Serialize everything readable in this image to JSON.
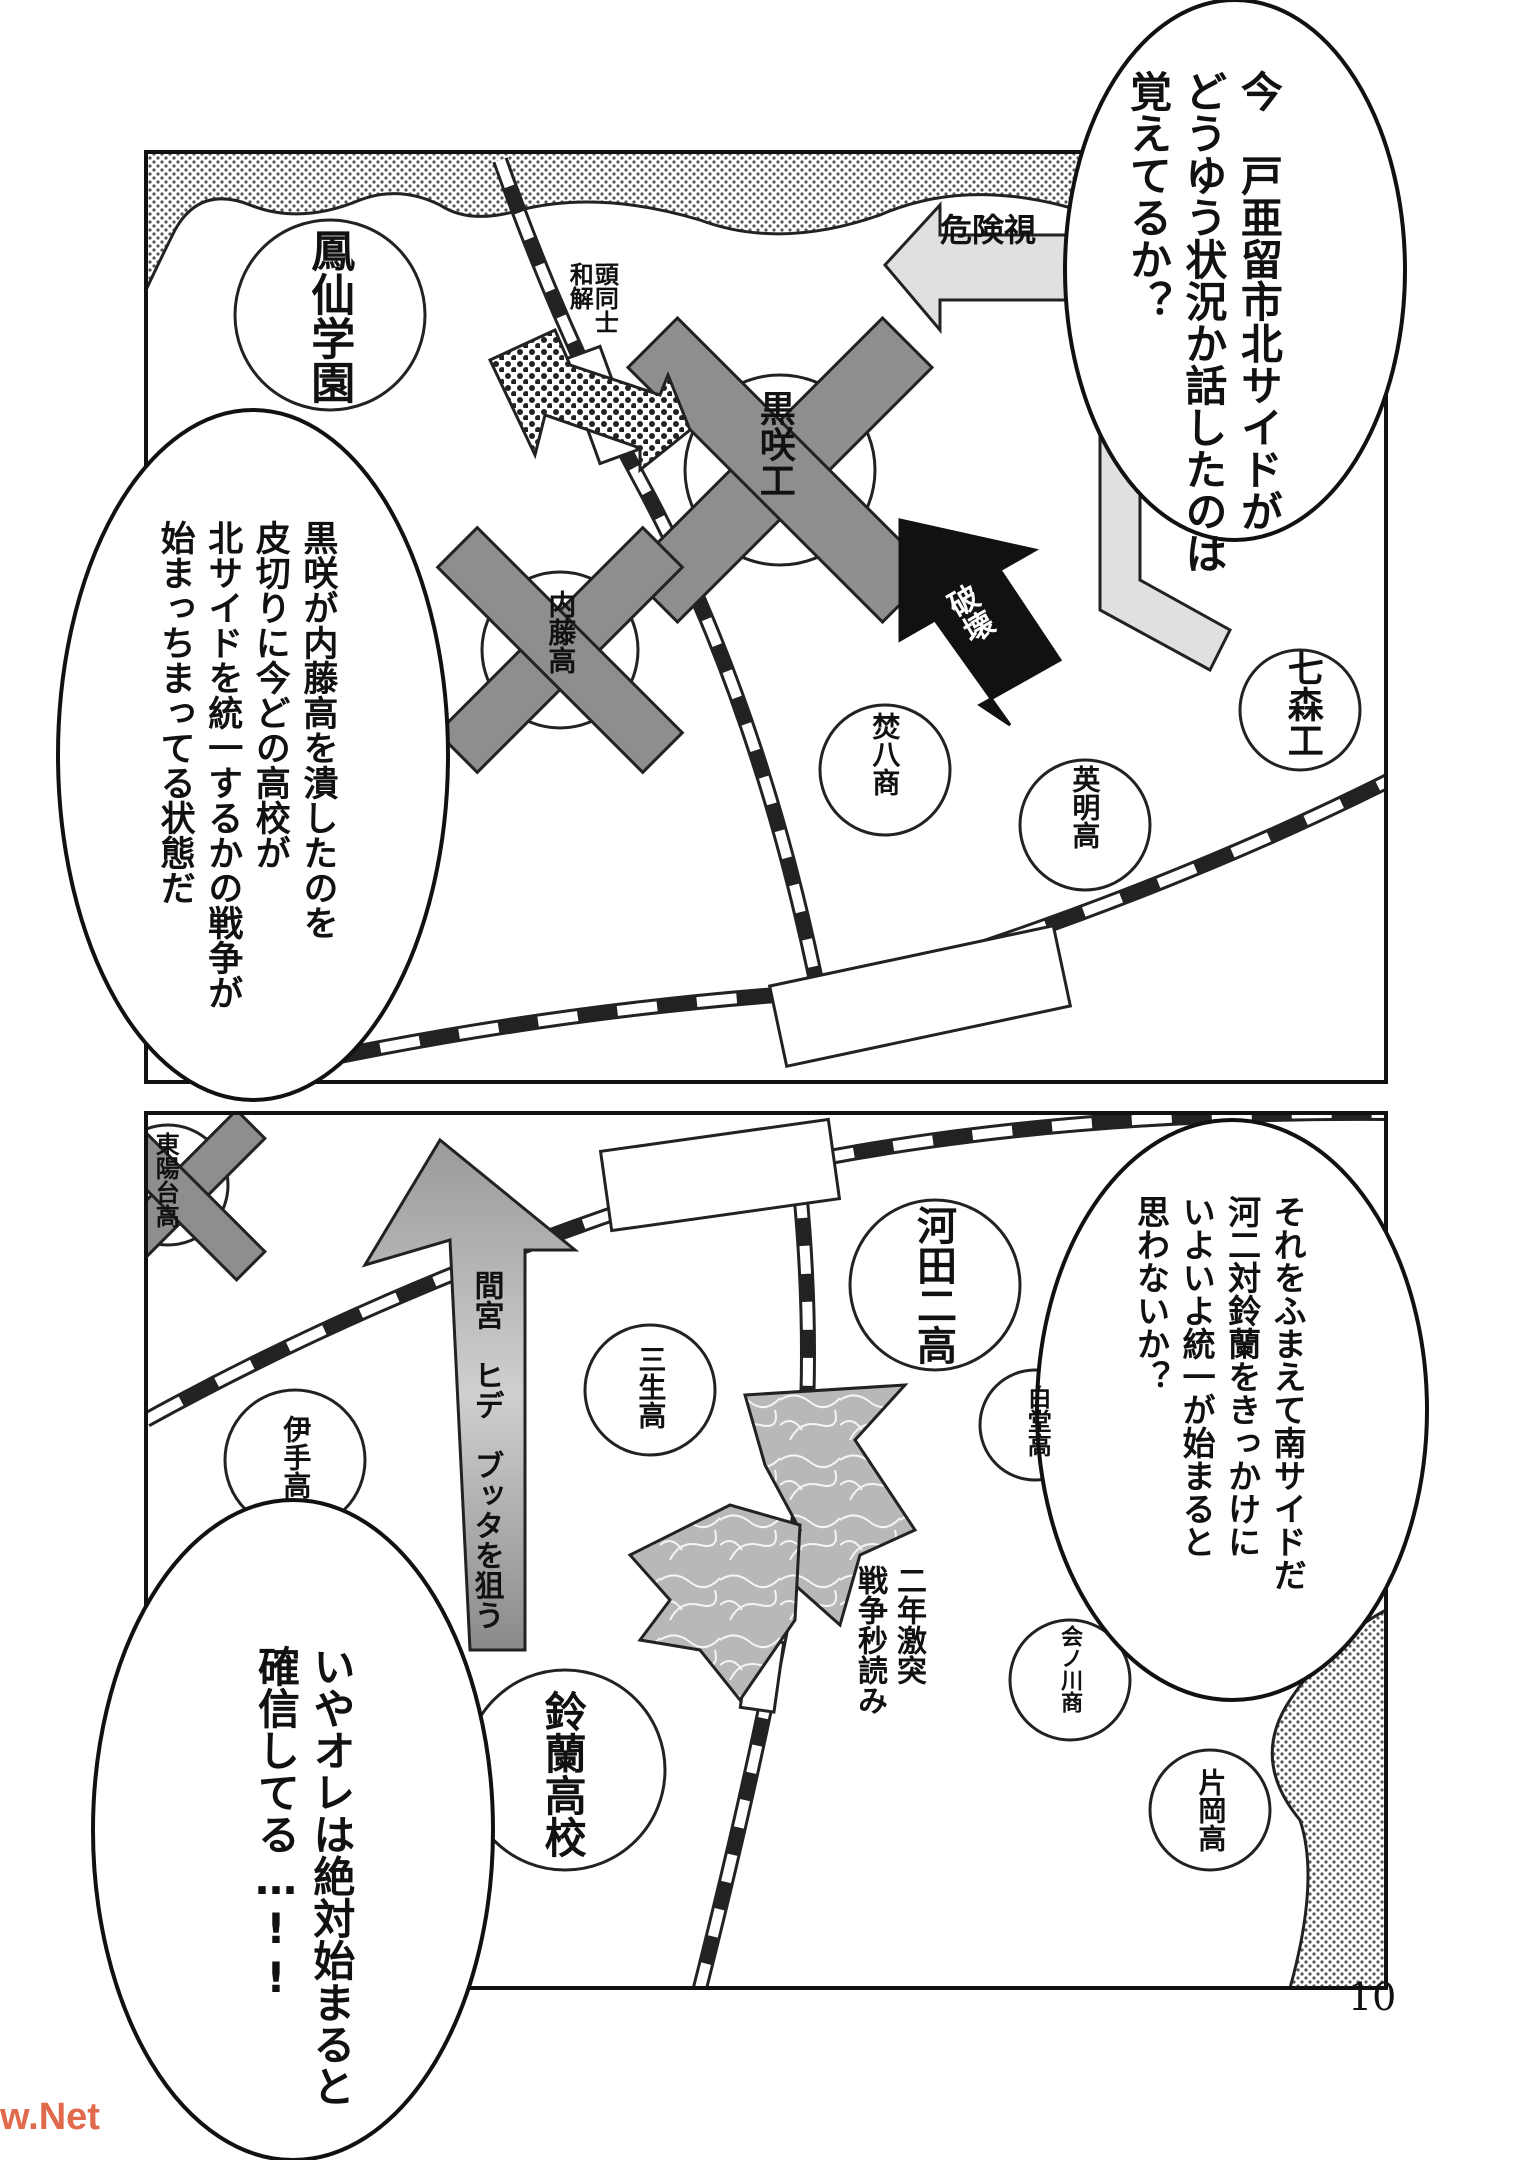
{
  "page": {
    "number": "10",
    "watermark": "w.Net"
  },
  "panel_top": {
    "schools": {
      "hosen": "鳳仙学園",
      "kurosaki": "黒咲工",
      "naito": "内藤高",
      "nanamori": "七森工",
      "funpachi": "焚八商",
      "eimei": "英明高"
    },
    "labels": {
      "danger": "危険視",
      "destroy": "破壊",
      "truce": "頭同士\n和解"
    },
    "speech_1": "今　戸亜留市北サイドが\nどうゆう状況か話したのは\n覚えてるか？",
    "speech_2": "黒咲が内藤高を潰したのを\n皮切りに今どの高校が\n北サイドを統一するかの戦争が\n始まっちまってる状態だ"
  },
  "panel_bottom": {
    "schools": {
      "toyodai": "東陽台高",
      "kawada": "河田二高",
      "sansho": "三生高",
      "ite": "伊手高",
      "hakudo": "白堂高",
      "ainokawa": "会ノ川商",
      "kataoka": "片岡高",
      "suzuran": "鈴蘭高校"
    },
    "labels": {
      "target": "間宮　ヒデ　ブッタを狙う",
      "clash": "二年激突\n戦争秒読み"
    },
    "speech_3": "それをふまえて南サイドだ\n河二対鈴蘭をきっかけに\nいよいよ統一が始まると\n思わないか？",
    "speech_4": "いやオレは絶対始まると\n確信してる…!!"
  }
}
